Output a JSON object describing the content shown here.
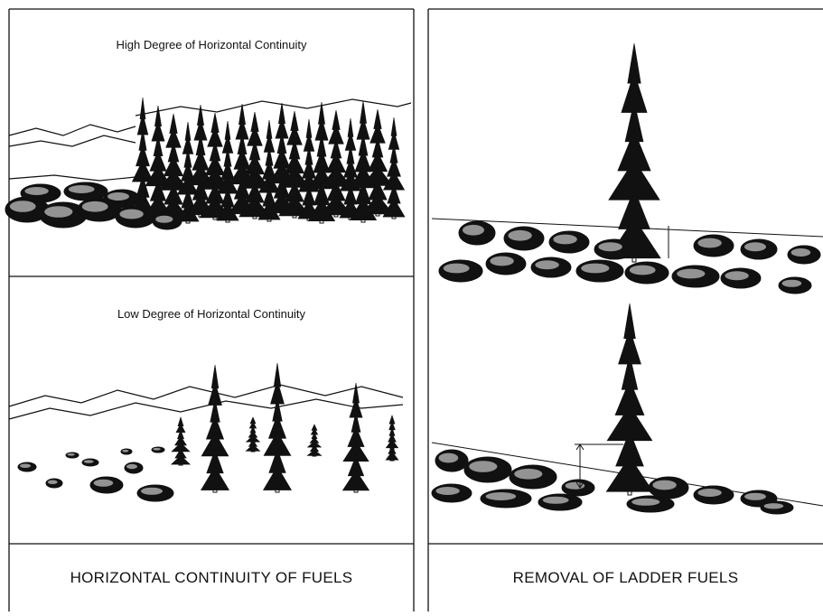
{
  "left_panel": {
    "top_title": "High Degree of Horizontal Continuity",
    "bottom_title": "Low Degree of Horizontal Continuity",
    "caption": "HORIZONTAL CONTINUITY OF FUELS"
  },
  "right_panel": {
    "caption": "REMOVAL OF LADDER FUELS"
  },
  "colors": {
    "ink": "#111111",
    "paper": "#ffffff"
  }
}
